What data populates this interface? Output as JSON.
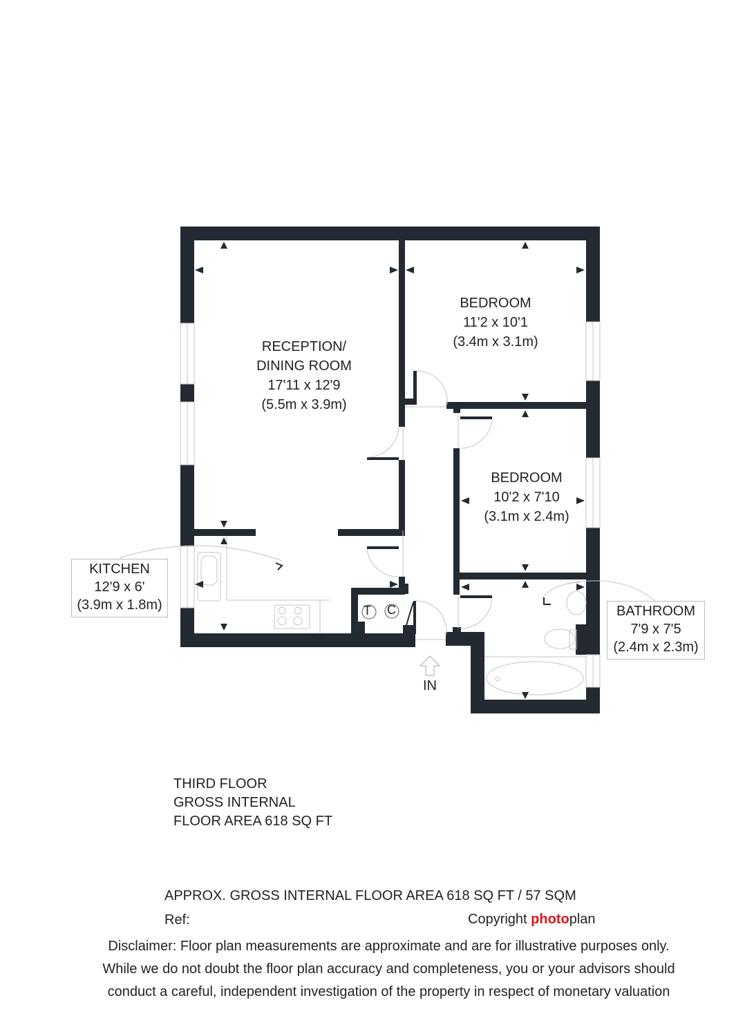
{
  "colors": {
    "wall": "#232a31",
    "thin_line": "#c4c4c4",
    "brand_red": "#e0141c",
    "text": "#222222"
  },
  "rooms": {
    "reception": {
      "name_line1": "RECEPTION/",
      "name_line2": "DINING ROOM",
      "imperial": "17'11 x 12'9",
      "metric": "(5.5m x 3.9m)"
    },
    "bedroom1": {
      "name": "BEDROOM",
      "imperial": "11'2 x 10'1",
      "metric": "(3.4m x 3.1m)"
    },
    "bedroom2": {
      "name": "BEDROOM",
      "imperial": "10'2 x 7'10",
      "metric": "(3.1m x 2.4m)"
    },
    "kitchen": {
      "name": "KITCHEN",
      "imperial": "12'9 x 6'",
      "metric": "(3.9m x 1.8m)"
    },
    "bathroom": {
      "name": "BATHROOM",
      "imperial": "7'9 x 7'5",
      "metric": "(2.4m x 2.3m)"
    }
  },
  "fixtures": {
    "cupboard_t": "T",
    "cupboard_c": "C",
    "entrance": "IN"
  },
  "floor_info": {
    "line1": "THIRD FLOOR",
    "line2": "GROSS INTERNAL",
    "line3": "FLOOR AREA 618 SQ FT"
  },
  "footer": {
    "approx_area": "APPROX. GROSS INTERNAL FLOOR AREA 618 SQ FT / 57 SQM",
    "ref_label": "Ref:",
    "copyright_label": "Copyright",
    "brand_part1": "photo",
    "brand_part2": "plan",
    "disclaimer_line1": "Disclaimer: Floor plan measurements are approximate and are for illustrative purposes only.",
    "disclaimer_line2": "While we do not doubt the floor plan accuracy and completeness, you or your advisors should",
    "disclaimer_line3": "conduct a careful, independent investigation of the property in respect of monetary valuation"
  }
}
